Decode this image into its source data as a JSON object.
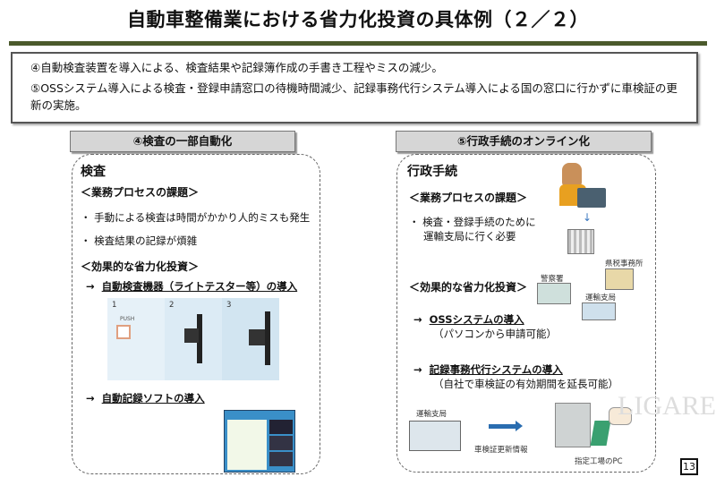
{
  "title": "自動車整備業における省力化投資の具体例（２／２）",
  "summary": [
    "④自動検査装置を導入による、検査結果や記録簿作成の手書き工程やミスの減少。",
    "⑤OSSシステム導入による検査・登録申請窓口の待機時間減少、記録事務代行システム導入による国の窓口に行かずに車検証の更新の実施。"
  ],
  "left": {
    "header": "④検査の一部自動化",
    "heading": "検査",
    "issues_label": "＜業務プロセスの課題＞",
    "issues": [
      "手動による検査は時間がかかり人的ミスも発生",
      "検査結果の記録が煩雑"
    ],
    "investment_label": "＜効果的な省力化投資＞",
    "arrow": "→",
    "investments": [
      "自動検査機器（ライトテスター等）の導入",
      "自動記録ソフトの導入"
    ],
    "steps": [
      "1",
      "2",
      "3"
    ],
    "push_label": "PUSH"
  },
  "right": {
    "header": "⑤行政手続のオンライン化",
    "heading": "行政手続",
    "issues_label": "＜業務プロセスの課題＞",
    "issues": [
      "検査・登録手続のために\n運輸支局に行く必要"
    ],
    "investment_label": "＜効果的な省力化投資＞",
    "arrow": "→",
    "investments": [
      {
        "title": "OSSシステムの導入",
        "note": "（パソコンから申請可能）"
      },
      {
        "title": "記録事務代行システムの導入",
        "note": "（自社で車検証の有効期間を延長可能）"
      }
    ],
    "diagram": {
      "police": "警察署",
      "tax": "県税事務所",
      "transport": "運輸支局"
    },
    "flow": {
      "from": "運輸支局",
      "info": "車検証更新情報",
      "to": "指定工場のPC"
    }
  },
  "page_number": "13",
  "watermark": "LIGARE",
  "colors": {
    "rule": "#4b5a2c",
    "header_bg": "#d6d6d6",
    "arrow_blue": "#2a6db0"
  }
}
